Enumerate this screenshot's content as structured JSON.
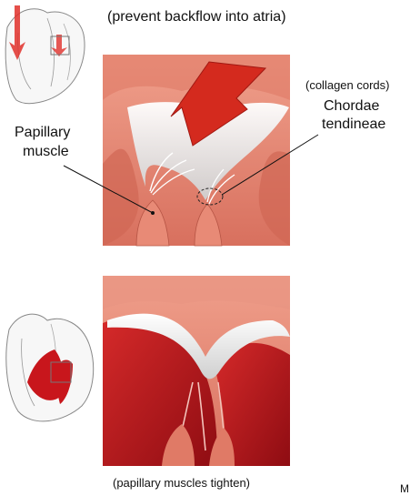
{
  "labels": {
    "top_caption": "(prevent backflow into atria)",
    "collagen_note": "(collagen cords)",
    "chordae_line1": "Chordae",
    "chordae_line2": "tendineae",
    "papillary_line1": "Papillary",
    "papillary_line2": "muscle",
    "bottom_caption": "(papillary muscles tighten)",
    "edge_mark": "M"
  },
  "colors": {
    "tissue": "#e8806c",
    "tissue_dark": "#c85a4a",
    "blood_red": "#c4161c",
    "arrow_red": "#d42a1e",
    "valve_white": "#f2f2f2",
    "outline": "#888888"
  },
  "icons": {
    "top_heart": "heart-outline-icon",
    "bottom_heart": "heart-outline-icon"
  }
}
